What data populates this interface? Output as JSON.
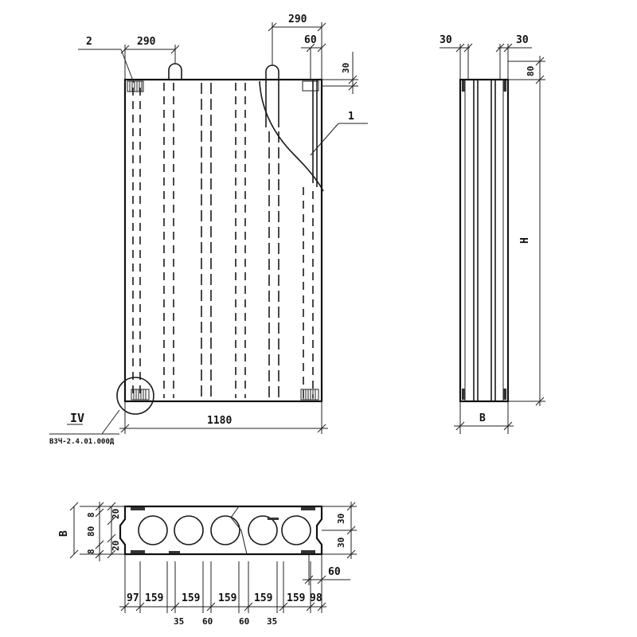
{
  "front_view": {
    "dim_top_left": "290",
    "dim_top_right": "290",
    "dim_right_edge": "60",
    "dim_side_30": "30",
    "dim_width": "1180",
    "callout_1": "1",
    "callout_2": "2",
    "detail_ref": "IV",
    "detail_doc": "ВЗЧ-2.4.01.000Д"
  },
  "side_view": {
    "dim_left": "30",
    "dim_right": "30",
    "dim_top": "80",
    "dim_height": "Н",
    "dim_thickness": "В"
  },
  "section_view": {
    "dim_total": "В",
    "dim_top_small": "8",
    "dim_top_20": "20",
    "dim_mid_80": "80",
    "dim_bot_small": "8",
    "dim_bot_20": "20",
    "dim_right_top": "30",
    "dim_right_bot": "30",
    "dim_right_60": "60",
    "bottom_dims": [
      "97",
      "159",
      "159",
      "159",
      "159",
      "159",
      "98"
    ],
    "lower_dims": [
      "35",
      "60",
      "60",
      "35"
    ]
  }
}
